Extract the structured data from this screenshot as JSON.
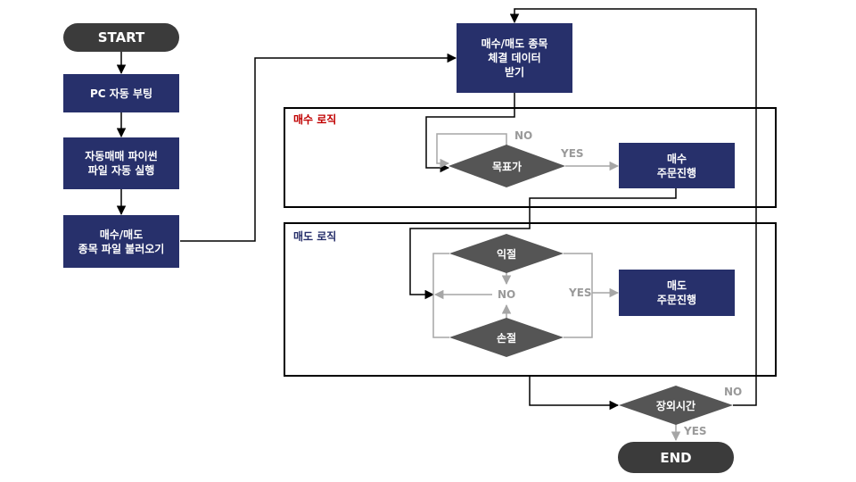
{
  "colors": {
    "terminal": "#3b3b3b",
    "process": "#27306b",
    "decision": "#555555",
    "buy_title": "#c00000",
    "sell_title": "#27306b",
    "edge_gray": "#a6a6a6"
  },
  "nodes": {
    "start": "START",
    "pc_boot": "PC 자동 부팅",
    "run_python": "자동매매 파이썬\n파일 자동 실행",
    "load_list": "매수/매도\n종목 파일 불러오기",
    "receive_data": "매수/매도 종목\n체결 데이터\n받기",
    "target_price": "목표가",
    "buy_order": "매수\n주문진행",
    "take_profit": "익절",
    "stop_loss": "손절",
    "sell_order": "매도\n주문진행",
    "market_hours": "장외시간",
    "end": "END"
  },
  "sections": {
    "buy_logic": "매수 로직",
    "sell_logic": "매도 로직"
  },
  "edge_labels": {
    "buy_no": "NO",
    "buy_yes": "YES",
    "sell_no": "NO",
    "sell_yes": "YES",
    "market_no": "NO",
    "market_yes": "YES"
  }
}
